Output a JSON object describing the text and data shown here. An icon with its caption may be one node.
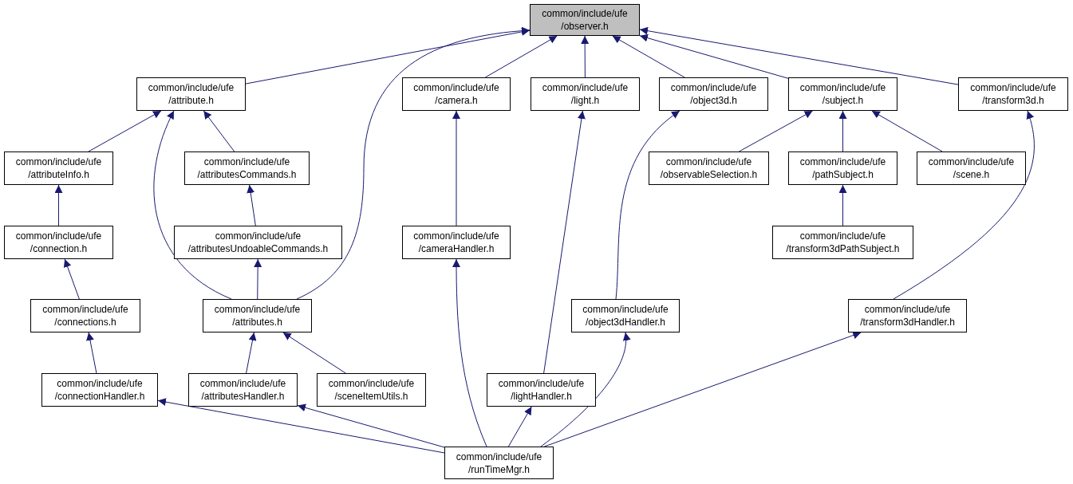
{
  "diagram": {
    "nodes": [
      {
        "text": [
          "common/include/ufe /observer.h"
        ]
      },
      {
        "text": [
          "common/include/ufe /attribute.h"
        ]
      },
      {
        "text": [
          "common/include/ufe /camera.h"
        ]
      },
      {
        "text": [
          "common/include/ufe /light.h"
        ]
      },
      {
        "text": [
          "common/include/ufe /object3d.h"
        ]
      },
      {
        "text": [
          "common/include/ufe /subject.h"
        ]
      },
      {
        "text": [
          "common/include/ufe /transform3d.h"
        ]
      },
      {
        "text": [
          "common/include/ufe /attributeInfo.h"
        ]
      },
      {
        "text": [
          "common/include/ufe /attributesCommands.h"
        ]
      },
      {
        "text": [
          "common/include/ufe /observableSelection.h"
        ]
      },
      {
        "text": [
          "common/include/ufe /pathSubject.h"
        ]
      },
      {
        "text": [
          "common/include/ufe /scene.h"
        ]
      },
      {
        "text": [
          "common/include/ufe /connection.h"
        ]
      },
      {
        "text": [
          "common/include/ufe /attributesUndoableCommands.h"
        ]
      },
      {
        "text": [
          "common/include/ufe /cameraHandler.h"
        ]
      },
      {
        "text": [
          "common/include/ufe /transform3dPathSubject.h"
        ]
      },
      {
        "text": [
          "common/include/ufe /connections.h"
        ]
      },
      {
        "text": [
          "common/include/ufe /attributes.h"
        ]
      },
      {
        "text": [
          "common/include/ufe /object3dHandler.h"
        ]
      },
      {
        "text": [
          "common/include/ufe /transform3dHandler.h"
        ]
      },
      {
        "text": [
          "common/include/ufe /connectionHandler.h"
        ]
      },
      {
        "text": [
          "common/include/ufe /attributesHandler.h"
        ]
      },
      {
        "text": [
          "common/include/ufe /sceneItemUtils.h"
        ]
      },
      {
        "text": [
          "common/include/ufe /lightHandler.h"
        ]
      },
      {
        "text": [
          "common/include/ufe /runTimeMgr.h"
        ]
      }
    ],
    "edges": [
      {
        "from": 1,
        "to": 0,
        "arrow": "to"
      },
      {
        "from": 17,
        "to": 0,
        "arrow": "to"
      },
      {
        "from": 2,
        "to": 0,
        "arrow": "to"
      },
      {
        "from": 3,
        "to": 0,
        "arrow": "to"
      },
      {
        "from": 4,
        "to": 0,
        "arrow": "to"
      },
      {
        "from": 5,
        "to": 0,
        "arrow": "to"
      },
      {
        "from": 6,
        "to": 0,
        "arrow": "to"
      },
      {
        "from": 7,
        "to": 1,
        "arrow": "to"
      },
      {
        "from": 8,
        "to": 1,
        "arrow": "to"
      },
      {
        "from": 17,
        "to": 1,
        "arrow": "to"
      },
      {
        "from": 12,
        "to": 7,
        "arrow": "to"
      },
      {
        "from": 13,
        "to": 8,
        "arrow": "to"
      },
      {
        "from": 16,
        "to": 12,
        "arrow": "to"
      },
      {
        "from": 17,
        "to": 13,
        "arrow": "to"
      },
      {
        "from": 20,
        "to": 16,
        "arrow": "to"
      },
      {
        "from": 14,
        "to": 2,
        "arrow": "to"
      },
      {
        "from": 24,
        "to": 14,
        "arrow": "to"
      },
      {
        "from": 23,
        "to": 3,
        "arrow": "to"
      },
      {
        "from": 24,
        "to": 23,
        "arrow": "to"
      },
      {
        "from": 18,
        "to": 4,
        "arrow": "to"
      },
      {
        "from": 24,
        "to": 18,
        "arrow": "to"
      },
      {
        "from": 9,
        "to": 5,
        "arrow": "to"
      },
      {
        "from": 10,
        "to": 5,
        "arrow": "to"
      },
      {
        "from": 11,
        "to": 5,
        "arrow": "to"
      },
      {
        "from": 15,
        "to": 10,
        "arrow": "to"
      },
      {
        "from": 19,
        "to": 6,
        "arrow": "to"
      },
      {
        "from": 24,
        "to": 19,
        "arrow": "to"
      },
      {
        "from": 21,
        "to": 17,
        "arrow": "to"
      },
      {
        "from": 22,
        "to": 17,
        "arrow": "to"
      },
      {
        "from": 24,
        "to": 20,
        "arrow": "to"
      },
      {
        "from": 24,
        "to": 21,
        "arrow": "to"
      }
    ]
  }
}
